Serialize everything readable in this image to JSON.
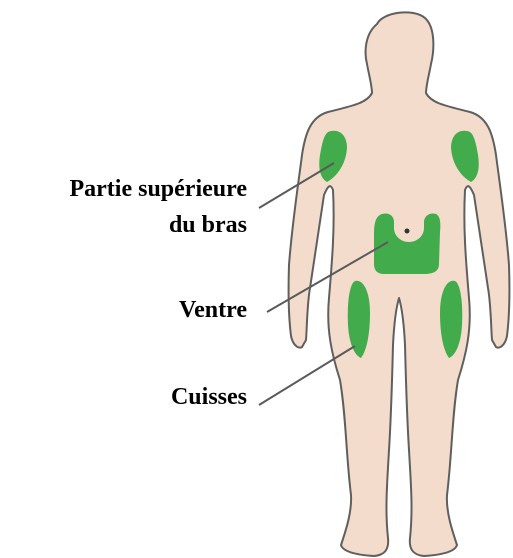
{
  "labels": {
    "upper_arm_line1": "Partie supérieure",
    "upper_arm_line2": "du bras",
    "abdomen": "Ventre",
    "thighs": "Cuisses"
  },
  "colors": {
    "skin": "#f3dccb",
    "outline": "#5f5f5f",
    "injection_zone": "#42ac4d",
    "navel": "#333333",
    "pointer_line": "#5a5a5a",
    "text": "#000000"
  }
}
